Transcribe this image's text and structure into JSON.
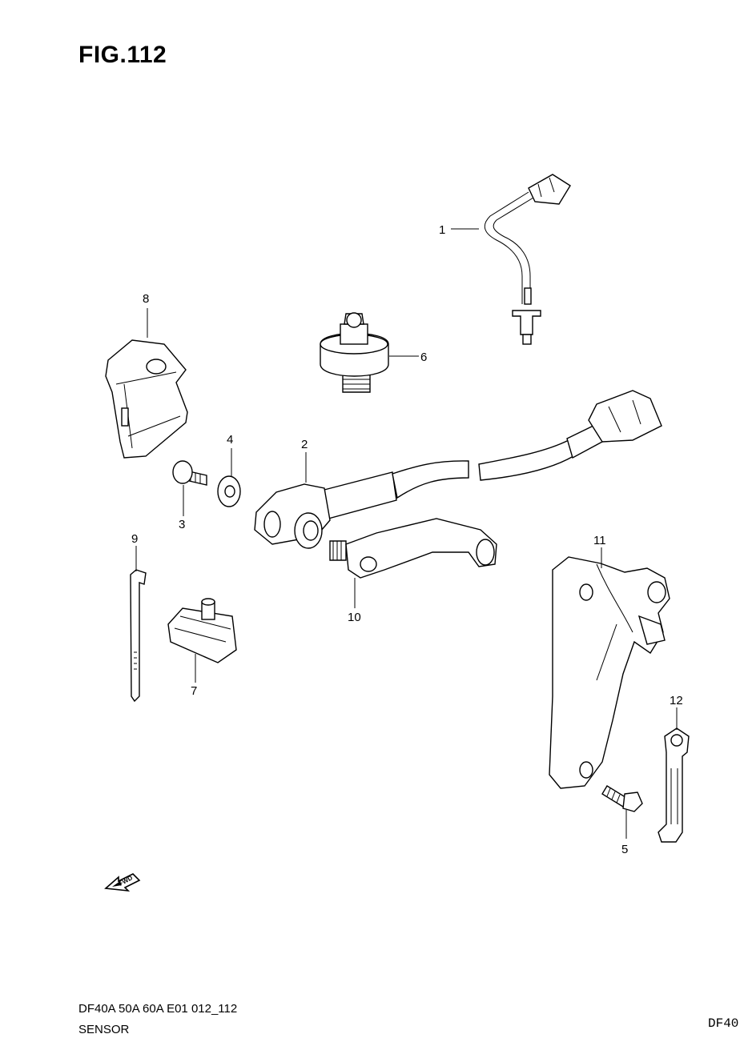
{
  "figure": {
    "title": "FIG.112"
  },
  "callouts": [
    "1",
    "2",
    "3",
    "4",
    "5",
    "6",
    "7",
    "8",
    "9",
    "10",
    "11",
    "12"
  ],
  "fwd_arrow": {
    "label": "FWD"
  },
  "footer": {
    "line1": "DF40A 50A 60A E01 012_112",
    "line2": "SENSOR",
    "right": "DF40"
  }
}
